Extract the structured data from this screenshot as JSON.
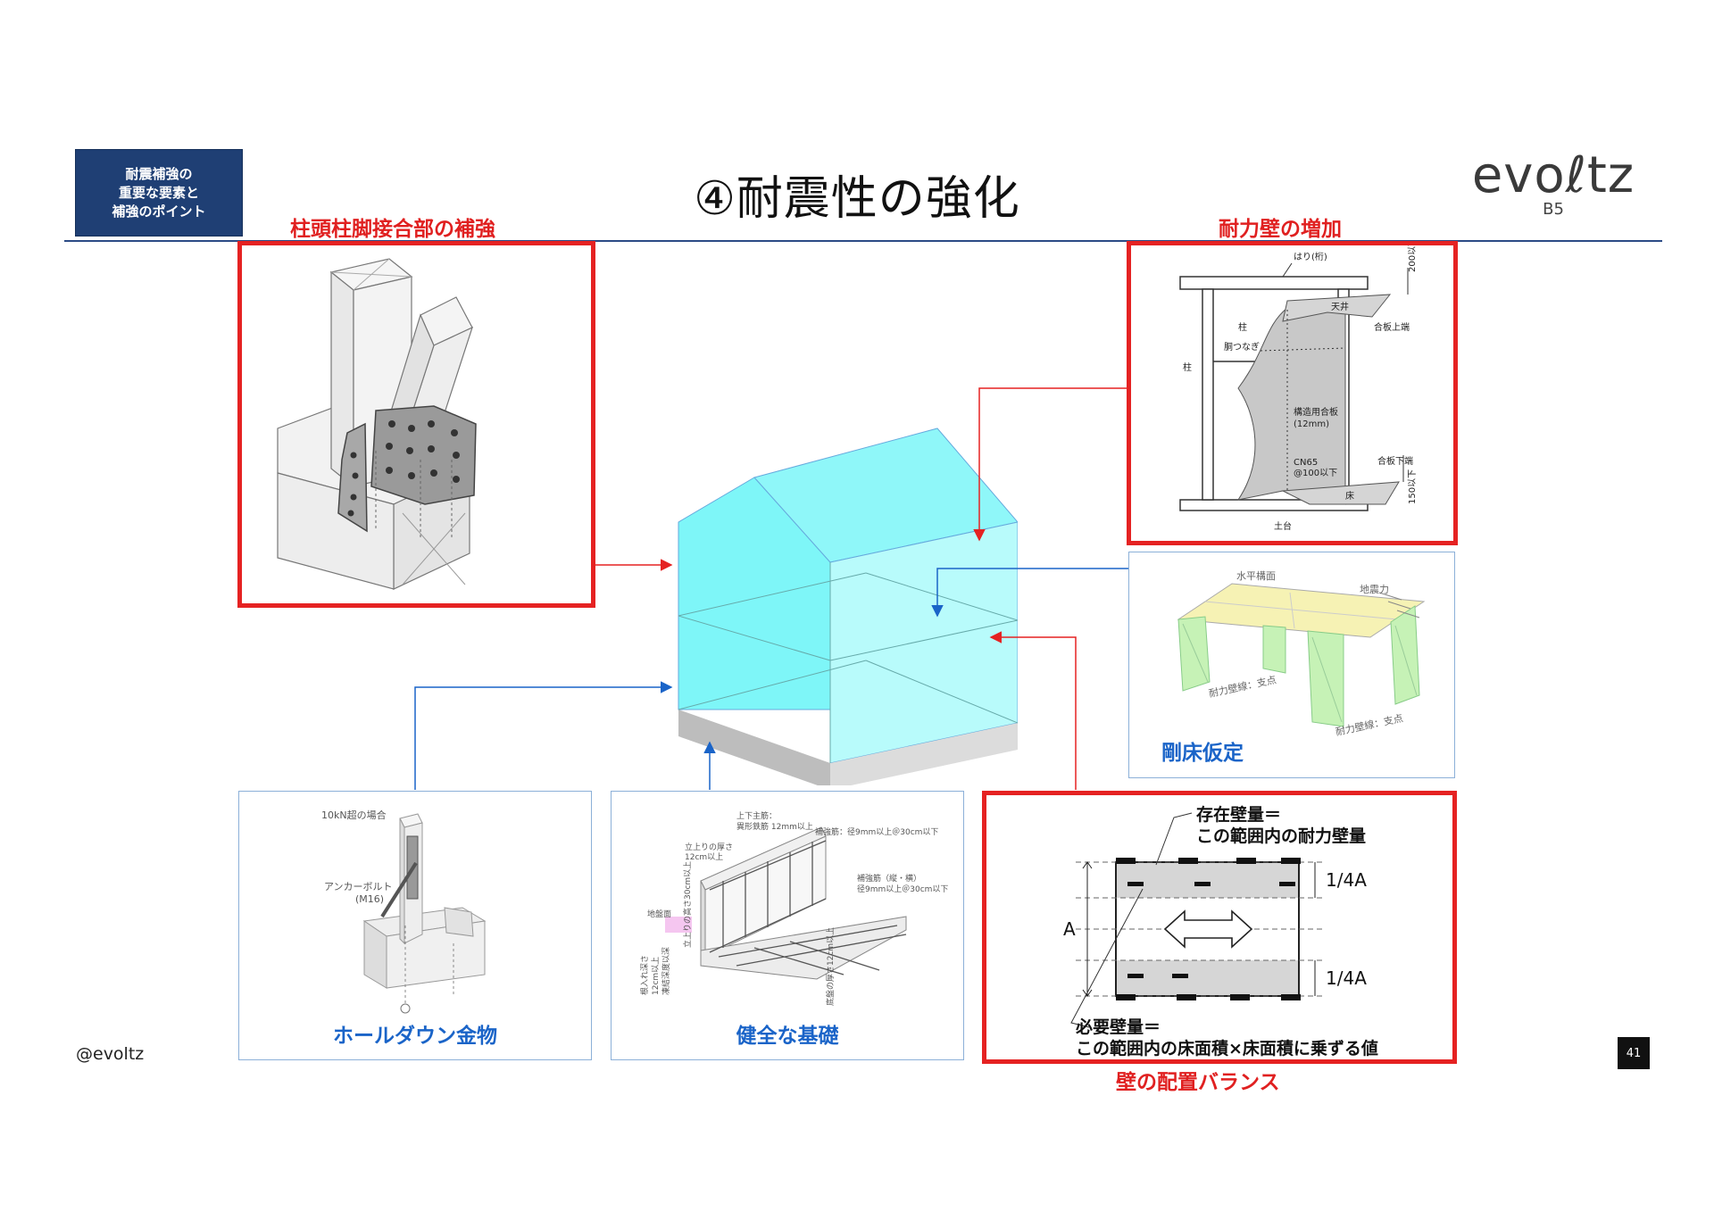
{
  "badge": {
    "line1": "耐震補強の",
    "line2": "重要な要素と",
    "line3": "補強のポイント"
  },
  "title": "④耐震性の強化",
  "logo": {
    "main": "evoℓtz",
    "sub": "B5"
  },
  "sections": {
    "joint": {
      "label": "柱頭柱脚接合部の補強"
    },
    "wall": {
      "label": "耐力壁の増加",
      "annotations": {
        "beam": "はり(桁)",
        "dim200": "200以下",
        "ceiling": "天井",
        "plywood_top": "合板上端",
        "pillar1": "柱",
        "pillar2": "柱",
        "brace": "胴つなぎ",
        "plywood": "構造用合板",
        "plywood_thk": "(12mm)",
        "nail": "CN65",
        "pitch": "@100以下",
        "plywood_bottom": "合板下端",
        "dim150": "150以下",
        "floor": "床",
        "sill": "土台"
      }
    },
    "diaphragm": {
      "label": "剛床仮定",
      "annotations": {
        "horizontal": "水平構面",
        "seismic": "地震力",
        "wall_line1": "耐力壁線：支点",
        "wall_line2": "耐力壁線：支点"
      }
    },
    "holddown": {
      "label": "ホールダウン金物",
      "annotations": {
        "over": "10kN超の場合",
        "bolt": "アンカーボルト",
        "bolt_size": "(M16)"
      }
    },
    "foundation": {
      "label": "健全な基礎",
      "annotations": {
        "rebar_main": "上下主筋：",
        "rebar_main2": "異形鉄筋 12mm以上",
        "rebar_cap": "補強筋：径9mm以上＠30cm以下",
        "rebar_sub": "補強筋（縦・横）",
        "rebar_sub2": "径9mm以上＠30cm以下",
        "rise_thk": "立上りの厚さ",
        "rise_thk2": "12cm以上",
        "rise_h": "立上りの高さ30cm以上",
        "ground": "地盤面",
        "depth": "根入れ深さ",
        "depth2": "12cm以上",
        "depth3": "凍結深度以深",
        "slab": "底盤の厚さ12cm以上"
      }
    },
    "balance": {
      "label": "壁の配置バランス",
      "top_label": "存在壁量＝",
      "top_label2": "この範囲内の耐力壁量",
      "quarter_top": "1/4A",
      "quarter_bottom": "1/4A",
      "a_label": "A",
      "bottom_label": "必要壁量＝",
      "bottom_label2": "この範囲内の床面積×床面積に乗ずる値"
    }
  },
  "footer": {
    "handle": "@evoltz",
    "page": "41"
  },
  "colors": {
    "accent_red": "#e52222",
    "accent_blue": "#1a64c8",
    "badge_bg": "#1f3f74",
    "house_cyan": "#7ef6f8"
  }
}
